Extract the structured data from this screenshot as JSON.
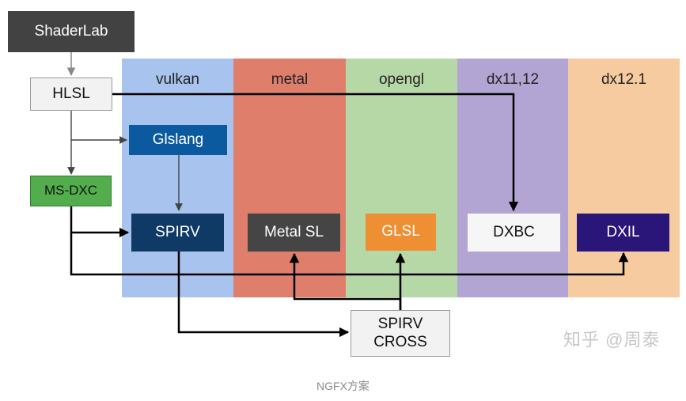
{
  "columns": {
    "vulkan": {
      "label": "vulkan",
      "color": "#a8c4ee"
    },
    "metal": {
      "label": "metal",
      "color": "#e07e6c"
    },
    "opengl": {
      "label": "opengl",
      "color": "#b6d8a6"
    },
    "dx11": {
      "label": "dx11,12",
      "color": "#b3a5d3"
    },
    "dx121": {
      "label": "dx12.1",
      "color": "#f7cba0"
    }
  },
  "nodes": {
    "shaderlab": {
      "label": "ShaderLab",
      "fill": "#424242",
      "text": "#ffffff"
    },
    "hlsl": {
      "label": "HLSL",
      "fill": "#f2f2f2",
      "text": "#111111"
    },
    "glslang": {
      "label": "Glslang",
      "fill": "#0b5aa0",
      "text": "#ffffff"
    },
    "msdxc": {
      "label": "MS-DXC",
      "fill": "#53ad4c",
      "text": "#111111"
    },
    "spirv": {
      "label": "SPIRV",
      "fill": "#0f3a66",
      "text": "#ffffff"
    },
    "metalsl": {
      "label": "Metal SL",
      "fill": "#454545",
      "text": "#ffffff"
    },
    "glsl": {
      "label": "GLSL",
      "fill": "#ef8f34",
      "text": "#ffffff"
    },
    "dxbc": {
      "label": "DXBC",
      "fill": "#f6f6f6",
      "text": "#111111"
    },
    "dxil": {
      "label": "DXIL",
      "fill": "#2a1578",
      "text": "#ffffff"
    },
    "spirv_cross": {
      "label_line1": "SPIRV",
      "label_line2": "CROSS",
      "fill": "#f2f2f2",
      "text": "#111111"
    }
  },
  "watermark": "知乎 @周泰",
  "caption": "NGFX方案"
}
